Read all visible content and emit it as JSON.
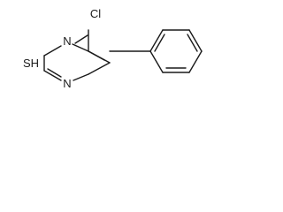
{
  "molecule": {
    "atoms": {
      "chlorine": "Cl",
      "thiol": "SH",
      "nitrogen_top": "N",
      "nitrogen_bottom": "N"
    }
  },
  "colors": {
    "bond": "#1a1a1a",
    "label": "#1a1a1a",
    "background": "#ffffff"
  }
}
